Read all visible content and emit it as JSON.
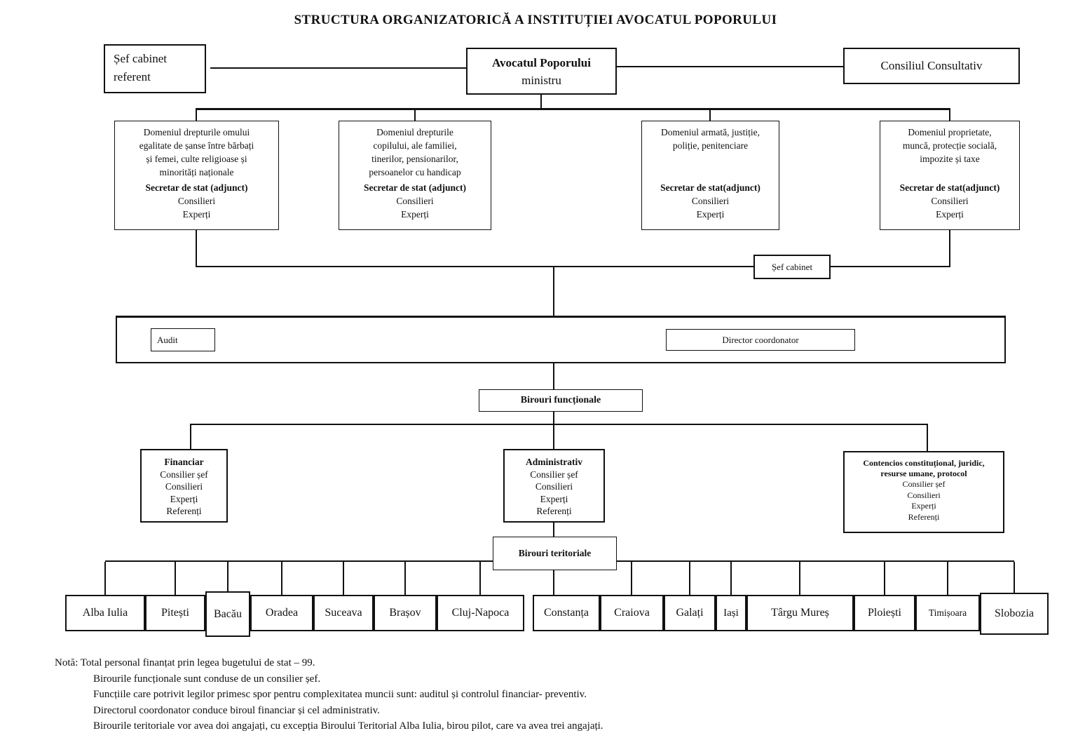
{
  "title": "STRUCTURA ORGANIZATORICĂ A INSTITUȚIEI AVOCATUL POPORULUI",
  "top": {
    "sef_cabinet_referent": "Șef cabinet\nreferent",
    "avocatul_line1": "Avocatul Poporului",
    "avocatul_line2": "ministru",
    "consiliul_consultativ": "Consiliul Consultativ"
  },
  "domains": [
    {
      "title": "Domeniul drepturile omului\negalitate de șanse între bărbați\nși femei, culte religioase și\nminorități naționale",
      "secretar": "Secretar de stat (adjunct)",
      "staff": "Consilieri\nExperți"
    },
    {
      "title": "Domeniul drepturile\ncopilului, ale familiei,\ntinerilor, pensionarilor,\npersoanelor cu handicap",
      "secretar": "Secretar de stat (adjunct)",
      "staff": "Consilieri\nExperți"
    },
    {
      "title": "Domeniul armată, justiție,\npoliție, penitenciare",
      "secretar": "Secretar de stat(adjunct)",
      "staff": "Consilieri\nExperți"
    },
    {
      "title": "Domeniul proprietate,\nmuncă,  protecție socială,\nimpozite și taxe",
      "secretar": "Secretar de stat(adjunct)",
      "staff": "Consilieri\nExperți"
    }
  ],
  "sef_cabinet": "Șef cabinet",
  "audit": "Audit",
  "director_coordonator": "Director coordonator",
  "birouri_functionale": "Birouri funcționale",
  "functions": [
    {
      "title": "Financiar",
      "staff": "Consilier șef\nConsilieri\nExperți\nReferenți"
    },
    {
      "title": "Administrativ",
      "staff": "Consilier șef\nConsilieri\nExperți\nReferenți"
    },
    {
      "title": "Contencios constituțional, juridic,\nresurse umane, protocol",
      "staff": "Consilier șef\nConsilieri\nExperți\nReferenți"
    }
  ],
  "birouri_teritoriale": "Birouri teritoriale",
  "territorial_offices": [
    "Alba Iulia",
    "Pitești",
    "Bacău",
    "Oradea",
    "Suceava",
    "Brașov",
    "Cluj-Napoca",
    "Constanța",
    "Craiova",
    "Galați",
    "Iași",
    "Târgu Mureș",
    "Ploiești",
    "Timișoara",
    "Slobozia"
  ],
  "notes": [
    "Notă: Total personal finanțat prin legea bugetului de stat – 99.",
    "Birourile funcționale sunt conduse de un consilier șef.",
    "Funcțiile care potrivit legilor primesc spor pentru complexitatea muncii sunt: auditul și controlul financiar- preventiv.",
    "Directorul coordonator conduce biroul financiar și cel administrativ.",
    "Birourile teritoriale vor avea doi angajați, cu excepția Biroului Teritorial Alba Iulia, birou pilot, care va avea trei angajați."
  ],
  "colors": {
    "ink": "#111111",
    "background": "#ffffff"
  }
}
